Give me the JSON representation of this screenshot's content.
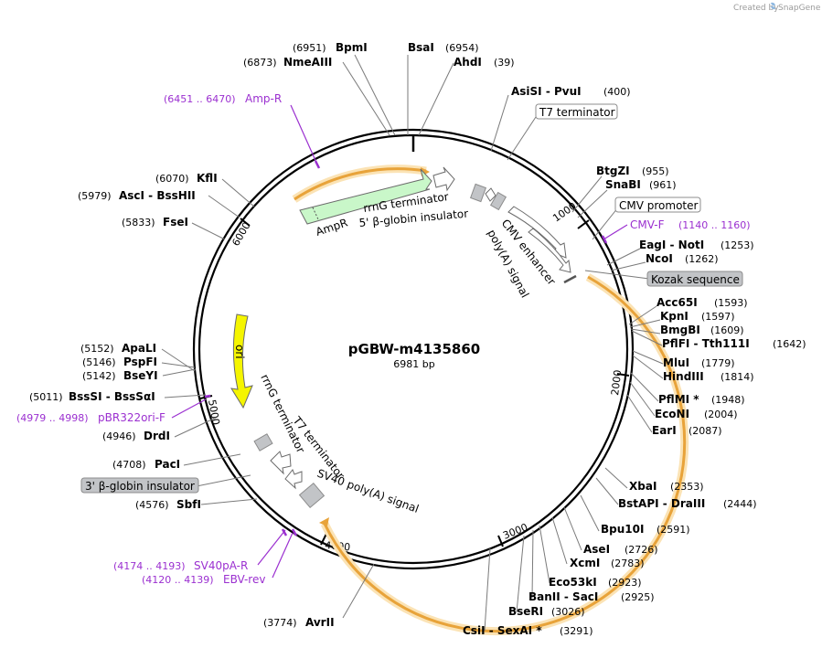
{
  "credit": "Created by",
  "credit_brand": "SnapGene",
  "plasmid": {
    "name": "pGBW-m4135860",
    "size": "6981 bp"
  },
  "ticks": [
    "1000",
    "2000",
    "3000",
    "4000",
    "5000",
    "6000"
  ],
  "sites": [
    {
      "id": "bpmi",
      "pos": "(6951)",
      "name": "BpmI"
    },
    {
      "id": "nmeaiii",
      "pos": "(6873)",
      "name": "NmeAIII"
    },
    {
      "id": "bsai",
      "pos": "(6954)",
      "name": "BsaI"
    },
    {
      "id": "ahdi",
      "pos": "(39)",
      "name": "AhdI"
    },
    {
      "id": "asisi",
      "pos": "(400)",
      "name": "AsiSI - PvuI"
    },
    {
      "id": "btgzi",
      "pos": "(955)",
      "name": "BtgZI"
    },
    {
      "id": "snabi",
      "pos": "(961)",
      "name": "SnaBI"
    },
    {
      "id": "eagi",
      "pos": "(1253)",
      "name": "EagI - NotI"
    },
    {
      "id": "ncoi",
      "pos": "(1262)",
      "name": "NcoI"
    },
    {
      "id": "acc65i",
      "pos": "(1593)",
      "name": "Acc65I"
    },
    {
      "id": "kpni",
      "pos": "(1597)",
      "name": "KpnI"
    },
    {
      "id": "bmgbi",
      "pos": "(1609)",
      "name": "BmgBI"
    },
    {
      "id": "pflfi",
      "pos": "(1642)",
      "name": "PflFI - Tth111I"
    },
    {
      "id": "mlui",
      "pos": "(1779)",
      "name": "MluI"
    },
    {
      "id": "hindiii",
      "pos": "(1814)",
      "name": "HindIII"
    },
    {
      "id": "pflmi",
      "pos": "(1948)",
      "name": "PflMI *"
    },
    {
      "id": "econi",
      "pos": "(2004)",
      "name": "EcoNI"
    },
    {
      "id": "eari",
      "pos": "(2087)",
      "name": "EarI"
    },
    {
      "id": "xbai",
      "pos": "(2353)",
      "name": "XbaI"
    },
    {
      "id": "bstapi",
      "pos": "(2444)",
      "name": "BstAPI - DraIII"
    },
    {
      "id": "bpu10i",
      "pos": "(2591)",
      "name": "Bpu10I"
    },
    {
      "id": "asei",
      "pos": "(2726)",
      "name": "AseI"
    },
    {
      "id": "xcmi",
      "pos": "(2783)",
      "name": "XcmI"
    },
    {
      "id": "eco53ki",
      "pos": "(2923)",
      "name": "Eco53kI"
    },
    {
      "id": "banii",
      "pos": "(2925)",
      "name": "BanII - SacI"
    },
    {
      "id": "bseri",
      "pos": "(3026)",
      "name": "BseRI"
    },
    {
      "id": "csii",
      "pos": "(3291)",
      "name": "CsiI - SexAI *"
    },
    {
      "id": "avrii",
      "pos": "(3774)",
      "name": "AvrII"
    },
    {
      "id": "sbfi",
      "pos": "(4576)",
      "name": "SbfI"
    },
    {
      "id": "paci",
      "pos": "(4708)",
      "name": "PacI"
    },
    {
      "id": "drdi",
      "pos": "(4946)",
      "name": "DrdI"
    },
    {
      "id": "bsssi",
      "pos": "(5011)",
      "name": "BssSI - BssSαI"
    },
    {
      "id": "bseyi",
      "pos": "(5142)",
      "name": "BseYI"
    },
    {
      "id": "pspfi",
      "pos": "(5146)",
      "name": "PspFI"
    },
    {
      "id": "apali",
      "pos": "(5152)",
      "name": "ApaLI"
    },
    {
      "id": "fsei",
      "pos": "(5833)",
      "name": "FseI"
    },
    {
      "id": "asci",
      "pos": "(5979)",
      "name": "AscI - BssHII"
    },
    {
      "id": "kfli",
      "pos": "(6070)",
      "name": "KflI"
    }
  ],
  "primers": [
    {
      "id": "ampr",
      "pos": "(6451 .. 6470)",
      "name": "Amp-R"
    },
    {
      "id": "cmvf",
      "pos": "(1140 .. 1160)",
      "name": "CMV-F"
    },
    {
      "id": "pbr322",
      "pos": "(4979 .. 4998)",
      "name": "pBR322ori-F"
    },
    {
      "id": "sv40pa",
      "pos": "(4174 .. 4193)",
      "name": "SV40pA-R"
    },
    {
      "id": "ebv",
      "pos": "(4120 .. 4139)",
      "name": "EBV-rev"
    }
  ],
  "boxed_features": {
    "t7": "T7 terminator",
    "cmv_promoter": "CMV promoter",
    "kozak": "Kozak sequence",
    "globin3": "3' β-globin insulator"
  },
  "features": {
    "ampr": "AmpR",
    "rrng_top": "rrnG terminator",
    "globin5": "5' β-globin insulator",
    "cmv_enh": "CMV enhancer",
    "polya": "poly(A) signal",
    "ori": "ori",
    "rrng_left": "rrnG terminator",
    "t7_left": "T7 terminator",
    "sv40": "SV40 poly(A) signal"
  },
  "colors": {
    "backbone": "#000000",
    "orf_arrow": "#e8a33a",
    "orf_glow": "#fbe3b5",
    "ampr_fill": "#c9f7c9",
    "ori_fill": "#f5f500",
    "primer": "#9b30d0",
    "gray_box": "#c2c4c7",
    "credit": "#9a9a9a"
  }
}
